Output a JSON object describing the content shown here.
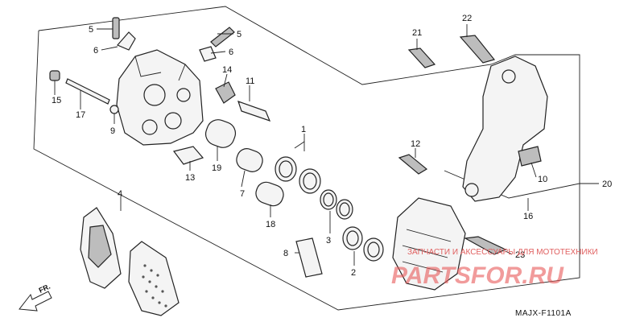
{
  "diagram": {
    "code": "MAJX-F1101A",
    "direction_label": "FR.",
    "callouts": [
      "1",
      "2",
      "3",
      "4",
      "5",
      "5",
      "6",
      "6",
      "7",
      "8",
      "9",
      "10",
      "11",
      "12",
      "13",
      "14",
      "15",
      "16",
      "17",
      "18",
      "19",
      "20",
      "21",
      "22",
      "23"
    ],
    "watermark": {
      "text": "ЗАПЧАСТИ И АКСЕССУАРЫ ДЛЯ МОТОТЕХНИКИ",
      "logo": "PARTSFOR.RU"
    }
  }
}
